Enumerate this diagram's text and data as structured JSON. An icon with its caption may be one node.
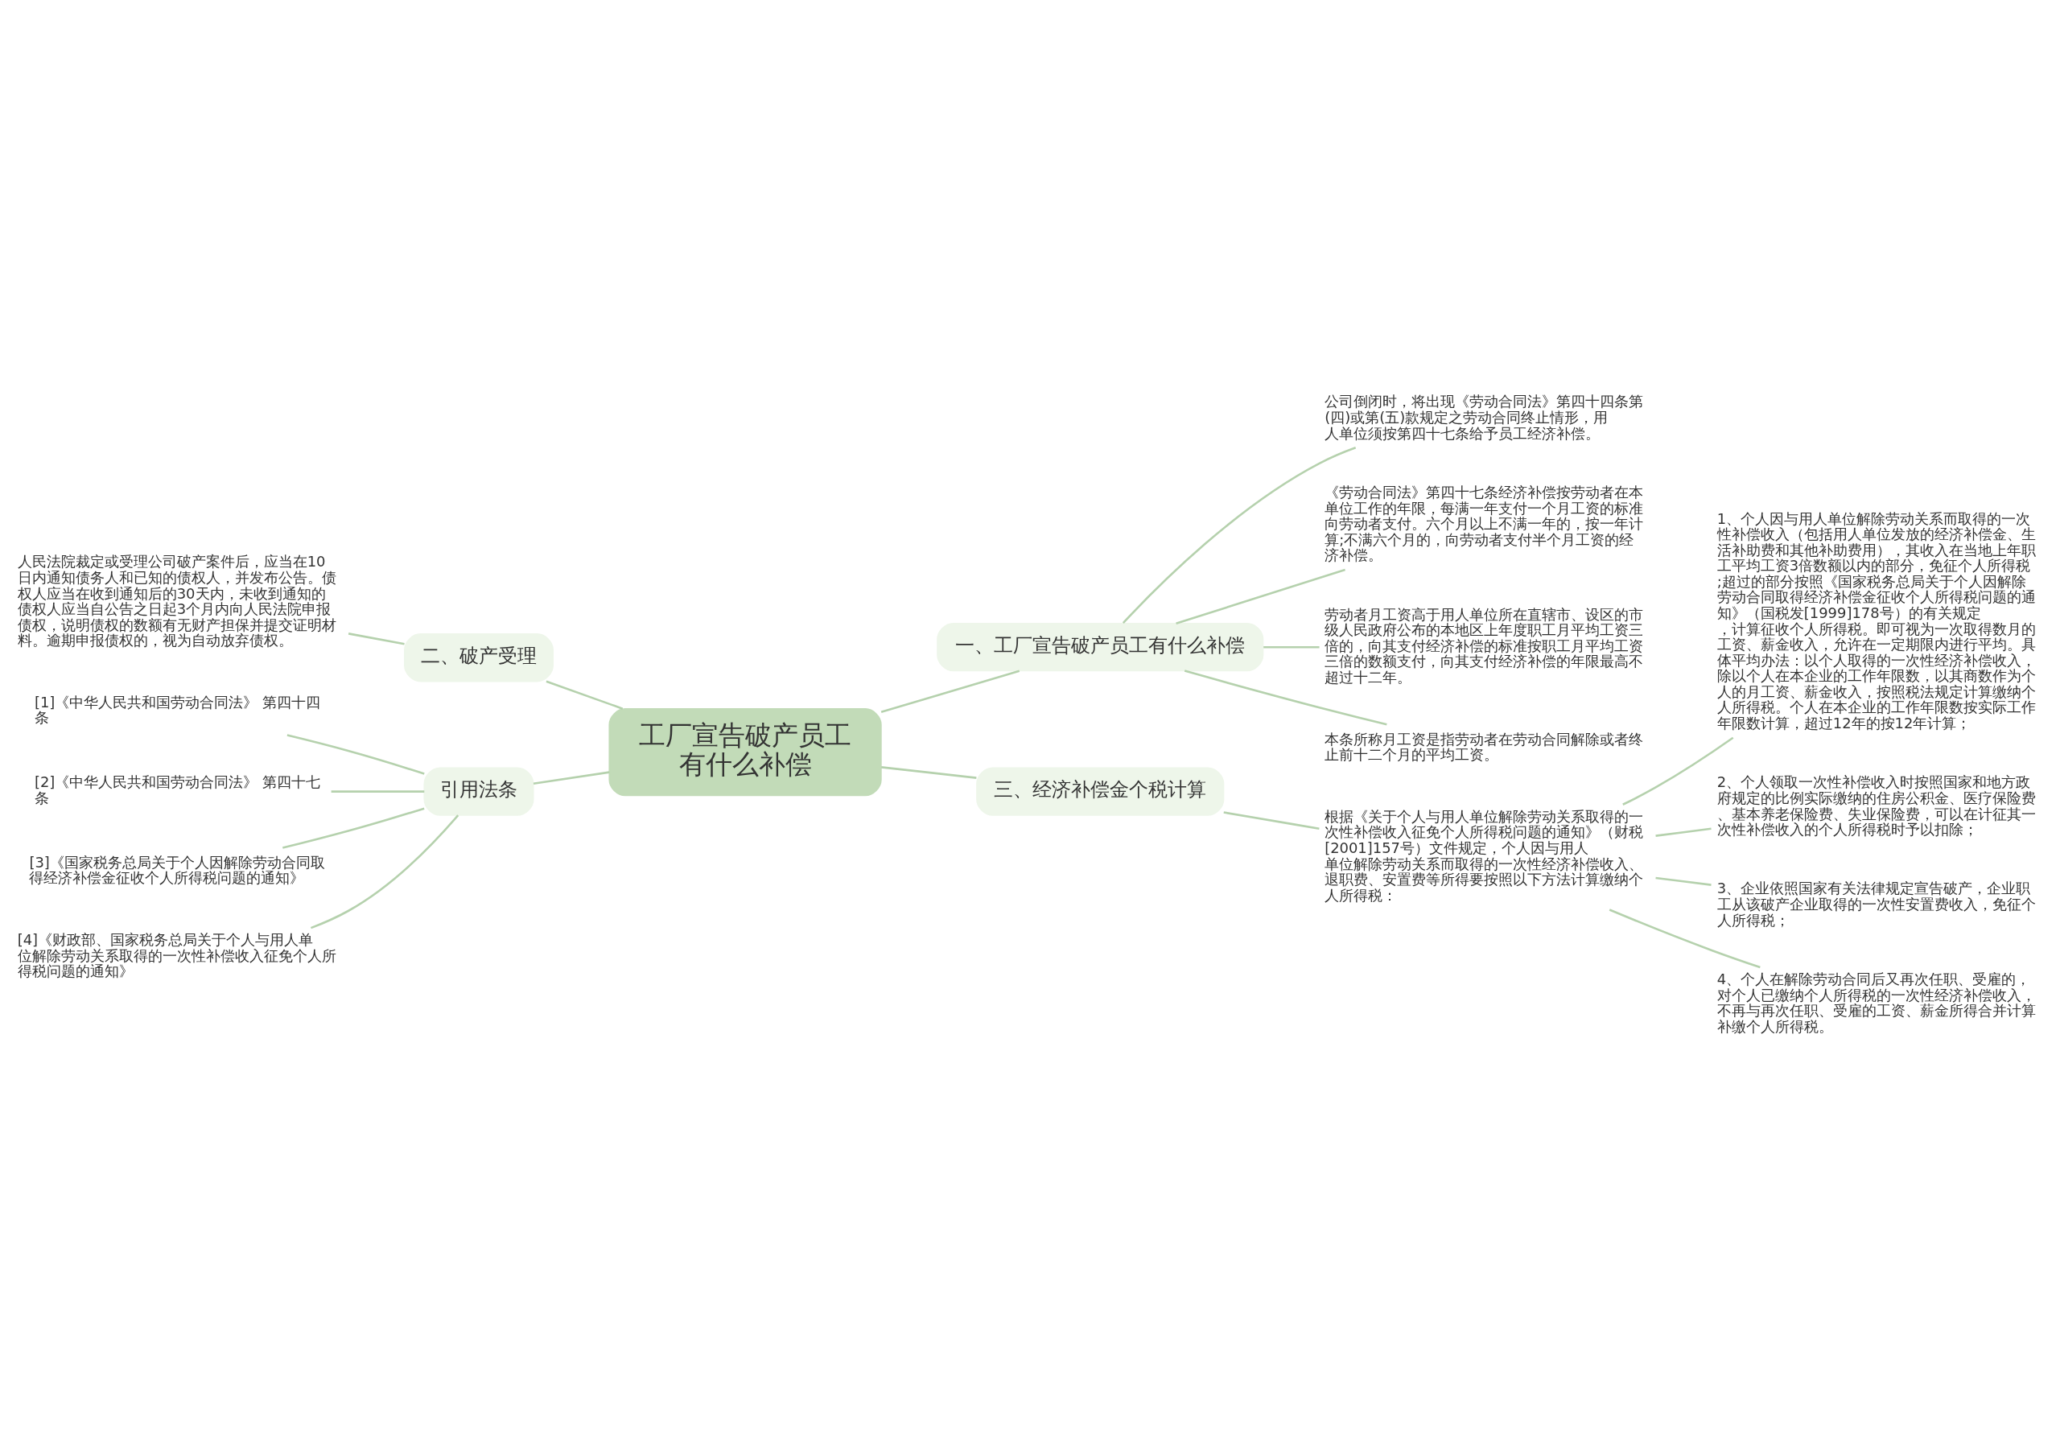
{
  "diagram": {
    "nodes": [
      {
        "text": [
          "工厂宣告破产员工有什么补偿"
        ]
      },
      {
        "text": [
          "一、工厂宣告破产员工有什么补偿"
        ]
      },
      {
        "text": [
          "公司倒闭时，将出现《劳动合同法》第四十四条第(四)或第(五)款规定之劳动合同终止情形，用人单位须按第四十七条给予员工经济补偿。"
        ]
      },
      {
        "text": [
          "《劳动合同法》第四十七条经济补偿按劳动者在本单位工作的年限，每满一年支付一个月工资的标准向劳动者支付。六个月以上不满一年的，按一年计算;不满六个月的，向劳动者支付半个月工资的经济补偿。"
        ]
      },
      {
        "text": [
          "劳动者月工资高于用人单位所在直辖市、设区的市级人民政府公布的本地区上年度职工月平均工资三倍的，向其支付经济补偿的标准按职工月平均工资三倍的数额支付，向其支付经济补偿的年限最高不超过十二年。"
        ]
      },
      {
        "text": [
          "本条所称月工资是指劳动者在劳动合同解除或者终止前十二个月的平均工资。"
        ]
      },
      {
        "text": [
          "二、破产受理"
        ]
      },
      {
        "text": [
          "人民法院裁定或受理公司破产案件后，应当在10日内通知债务人和已知的债权人，并发布公告。债权人应当在收到通知后的30天内，未收到通知的债权人应当自公告之日起3个月内向人民法院申报债权，说明债权的数额有无财产担保并提交证明材料。逾期申报债权的，视为自动放弃债权。"
        ]
      },
      {
        "text": [
          "引用法条"
        ]
      },
      {
        "text": [
          "[1]《中华人民共和国劳动合同法》 第四十四条"
        ]
      },
      {
        "text": [
          "[2]《中华人民共和国劳动合同法》 第四十七条"
        ]
      },
      {
        "text": [
          "[3]《国家税务总局关于个人因解除劳动合同取得经济补偿金征收个人所得税问题的通知》"
        ]
      },
      {
        "text": [
          "[4]《财政部、国家税务总局关于个人与用人单位解除劳动关系取得的一次性补偿收入征免个人所得税问题的通知》"
        ]
      },
      {
        "text": [
          "三、经济补偿金个税计算"
        ]
      },
      {
        "text": [
          "根据《关于个人与用人单位解除劳动关系取得的一次性补偿收入征免个人所得税问题的通知》（财税[2001]157号）文件规定，个人因与用人单位解除劳动关系而取得的一次性经济补偿收入、退职费、安置费等所得要按照以下方法计算缴纳个人所得税："
        ]
      },
      {
        "text": [
          "1、个人因与用人单位解除劳动关系而取得的一次性补偿收入（包括用人单位发放的经济补偿金、生活补助费和其他补助费用），其收入在当地上年职工平均工资3倍数额以内的部分，免征个人所得税;超过的部分按照《国家税务总局关于个人因解除劳动合同取得经济补偿金征收个人所得税问题的通知》（国税发[1999]178号）的有关规定，计算征收个人所得税。即可视为一次取得数月的工资、薪金收入，允许在一定期限内进行平均。具体平均办法：以个人取得的一次性经济补偿收入，除以个人在本企业的工作年限数，以其商数作为个人的月工资、薪金收入，按照税法规定计算缴纳个人所得税。个人在本企业的工作年限数按实际工作年限数计算，超过12年的按12年计算；"
        ]
      },
      {
        "text": [
          "2、个人领取一次性补偿收入时按照国家和地方政府规定的比例实际缴纳的住房公积金、医疗保险费、基本养老保险费、失业保险费，可以在计征其一次性补偿收入的个人所得税时予以扣除；"
        ]
      },
      {
        "text": [
          "3、企业依照国家有关法律规定宣告破产，企业职工从该破产企业取得的一次性安置费收入，免征个人所得税；"
        ]
      },
      {
        "text": [
          "4、个人在解除劳动合同后又再次任职、受雇的，对个人已缴纳个人所得税的一次性经济补偿收入，不再与再次任职、受雇的工资、薪金所得合并计算补缴个人所得税。"
        ]
      }
    ],
    "edges": [
      {
        "from": 0,
        "to": 1,
        "arrow": "none"
      },
      {
        "from": 1,
        "to": 2,
        "arrow": "none"
      },
      {
        "from": 1,
        "to": 3,
        "arrow": "none"
      },
      {
        "from": 1,
        "to": 4,
        "arrow": "none"
      },
      {
        "from": 1,
        "to": 5,
        "arrow": "none"
      },
      {
        "from": 6,
        "to": 0,
        "arrow": "none"
      },
      {
        "from": 7,
        "to": 6,
        "arrow": "none"
      },
      {
        "from": 8,
        "to": 0,
        "arrow": "none"
      },
      {
        "from": 9,
        "to": 8,
        "arrow": "none"
      },
      {
        "from": 10,
        "to": 8,
        "arrow": "none"
      },
      {
        "from": 11,
        "to": 8,
        "arrow": "none"
      },
      {
        "from": 12,
        "to": 8,
        "arrow": "none"
      },
      {
        "from": 0,
        "to": 13,
        "arrow": "none"
      },
      {
        "from": 13,
        "to": 14,
        "arrow": "none"
      },
      {
        "from": 14,
        "to": 15,
        "arrow": "none"
      },
      {
        "from": 14,
        "to": 16,
        "arrow": "none"
      },
      {
        "from": 14,
        "to": 17,
        "arrow": "none"
      },
      {
        "from": 14,
        "to": 18,
        "arrow": "none"
      }
    ]
  }
}
